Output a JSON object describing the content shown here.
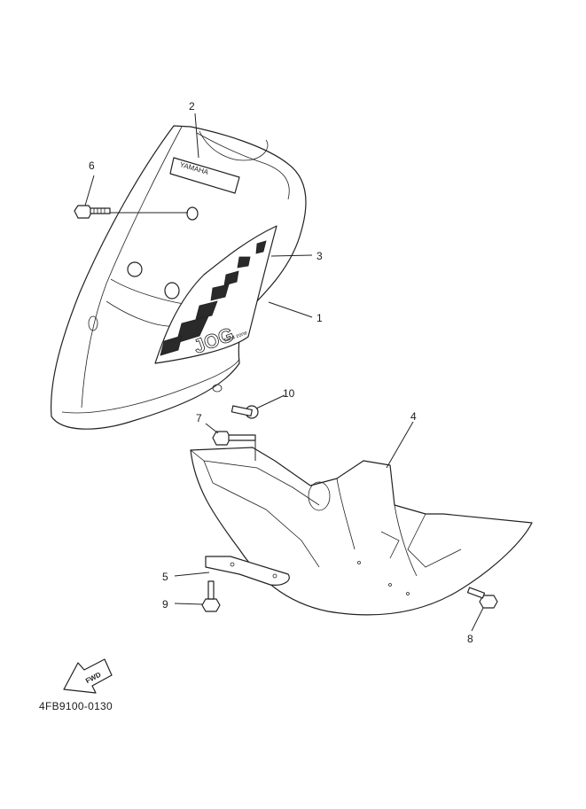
{
  "callouts": [
    {
      "num": "1",
      "name": "callout-1"
    },
    {
      "num": "2",
      "name": "callout-2"
    },
    {
      "num": "3",
      "name": "callout-3"
    },
    {
      "num": "4",
      "name": "callout-4"
    },
    {
      "num": "5",
      "name": "callout-5"
    },
    {
      "num": "6",
      "name": "callout-6"
    },
    {
      "num": "7",
      "name": "callout-7"
    },
    {
      "num": "8",
      "name": "callout-8"
    },
    {
      "num": "9",
      "name": "callout-9"
    },
    {
      "num": "10",
      "name": "callout-10"
    }
  ],
  "emblem_text": "YAMAHA",
  "decal_text": "JOG",
  "decal_small_text": "Next zone",
  "fwd_text": "FWD",
  "diagram_code": "4FB9100-0130",
  "colors": {
    "ink": "#222222",
    "paper": "#ffffff"
  }
}
